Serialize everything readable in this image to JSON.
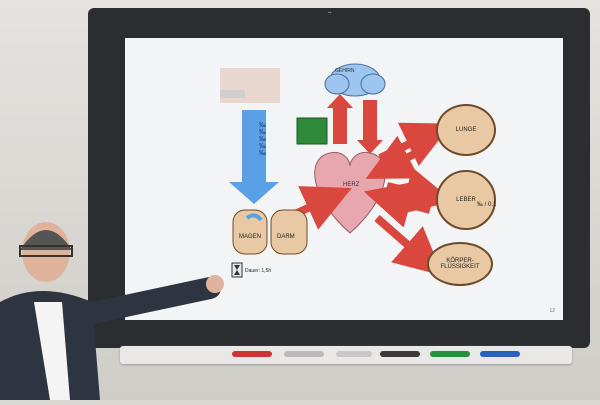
{
  "diagram": {
    "gehirn": "GEHIRN",
    "lunge": "LUNGE",
    "leber": "LEBER",
    "leber_value": "‰ / 0.1",
    "koerper": "KÖRPER-\nFLÜSSIGKEIT",
    "herz": "HERZ",
    "magen": "MAGEN",
    "darm": "DARM",
    "dauer": "Dauer: 1,5h",
    "per_mille_marks": "‰\n‰\n‰\n‰\n‰",
    "page_number": "12"
  },
  "colors": {
    "screen": "#f2f4f6",
    "arrow_red": "#d9473f",
    "arrow_blue": "#5aa0e6",
    "organ_fill": "#e9c9a3",
    "heart": "#e8a7ae",
    "cloud": "#9cc6ef"
  }
}
